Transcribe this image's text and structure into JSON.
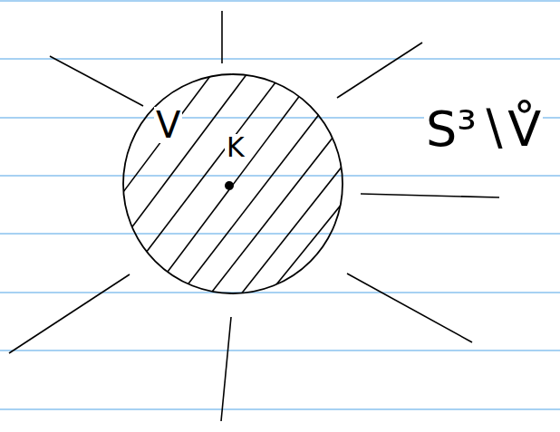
{
  "diagram": {
    "nodes": [
      {
        "text": [
          "V",
          "K"
        ]
      }
    ],
    "labels": [
      "S³∖V̊"
    ]
  }
}
